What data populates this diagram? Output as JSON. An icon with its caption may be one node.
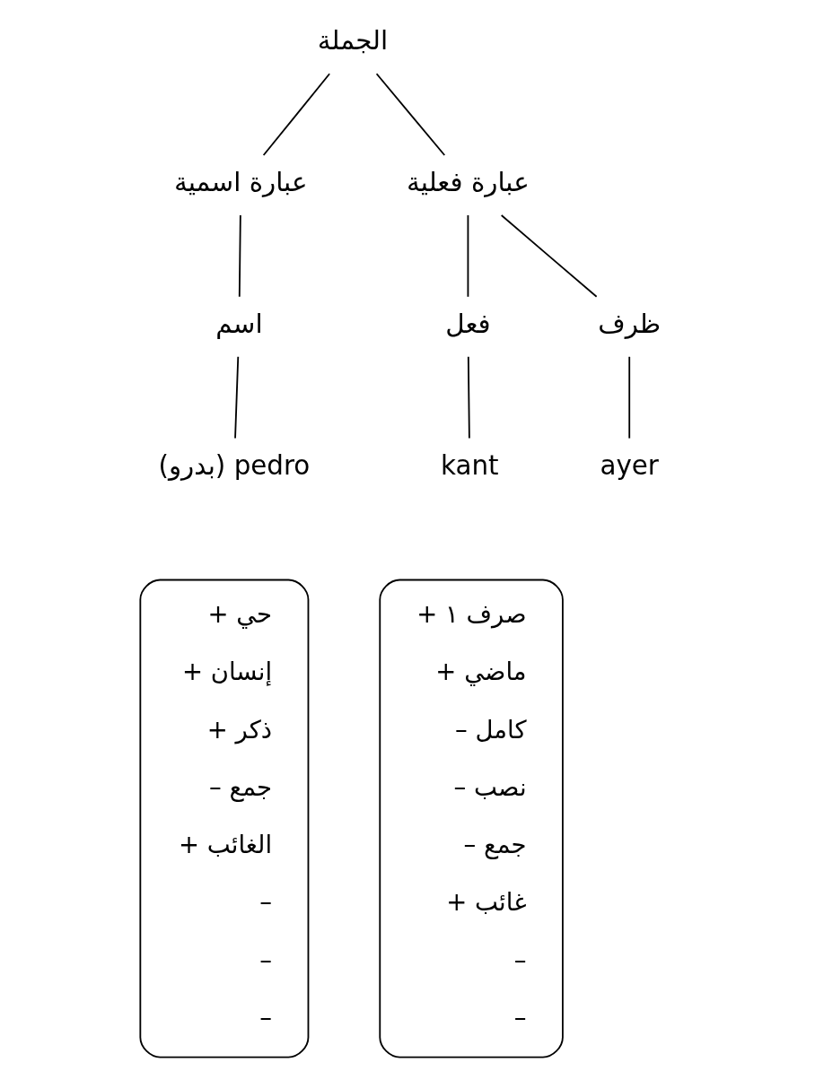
{
  "diagram": {
    "nodes": [
      {
        "text": [
          "الجملة"
        ]
      },
      {
        "text": [
          "عبارة اسمية"
        ]
      },
      {
        "text": [
          "عبارة فعلية"
        ]
      },
      {
        "text": [
          "اسم"
        ]
      },
      {
        "text": [
          "فعل"
        ]
      },
      {
        "text": [
          "ظرف"
        ]
      },
      {
        "text": [
          "(بدرو) pedro"
        ]
      },
      {
        "text": [
          "kant"
        ]
      },
      {
        "text": [
          "ayer"
        ]
      },
      {
        "text": [
          "+ حي",
          "+ إنسان",
          "+ ذكر",
          "– جمع",
          "+ الغائب",
          "–",
          "–",
          "–"
        ]
      },
      {
        "text": [
          "+ صرف ١",
          "+ ماضي",
          "– كامل",
          "– نصب",
          "– جمع",
          "+ غائب",
          "–",
          "–"
        ]
      }
    ],
    "edges": [
      {
        "from": 0,
        "to": 1,
        "arrow": "none"
      },
      {
        "from": 0,
        "to": 2,
        "arrow": "none"
      },
      {
        "from": 1,
        "to": 3,
        "arrow": "none"
      },
      {
        "from": 2,
        "to": 4,
        "arrow": "none"
      },
      {
        "from": 2,
        "to": 5,
        "arrow": "none"
      },
      {
        "from": 3,
        "to": 6,
        "arrow": "none"
      },
      {
        "from": 4,
        "to": 7,
        "arrow": "none"
      },
      {
        "from": 5,
        "to": 8,
        "arrow": "none"
      }
    ]
  }
}
